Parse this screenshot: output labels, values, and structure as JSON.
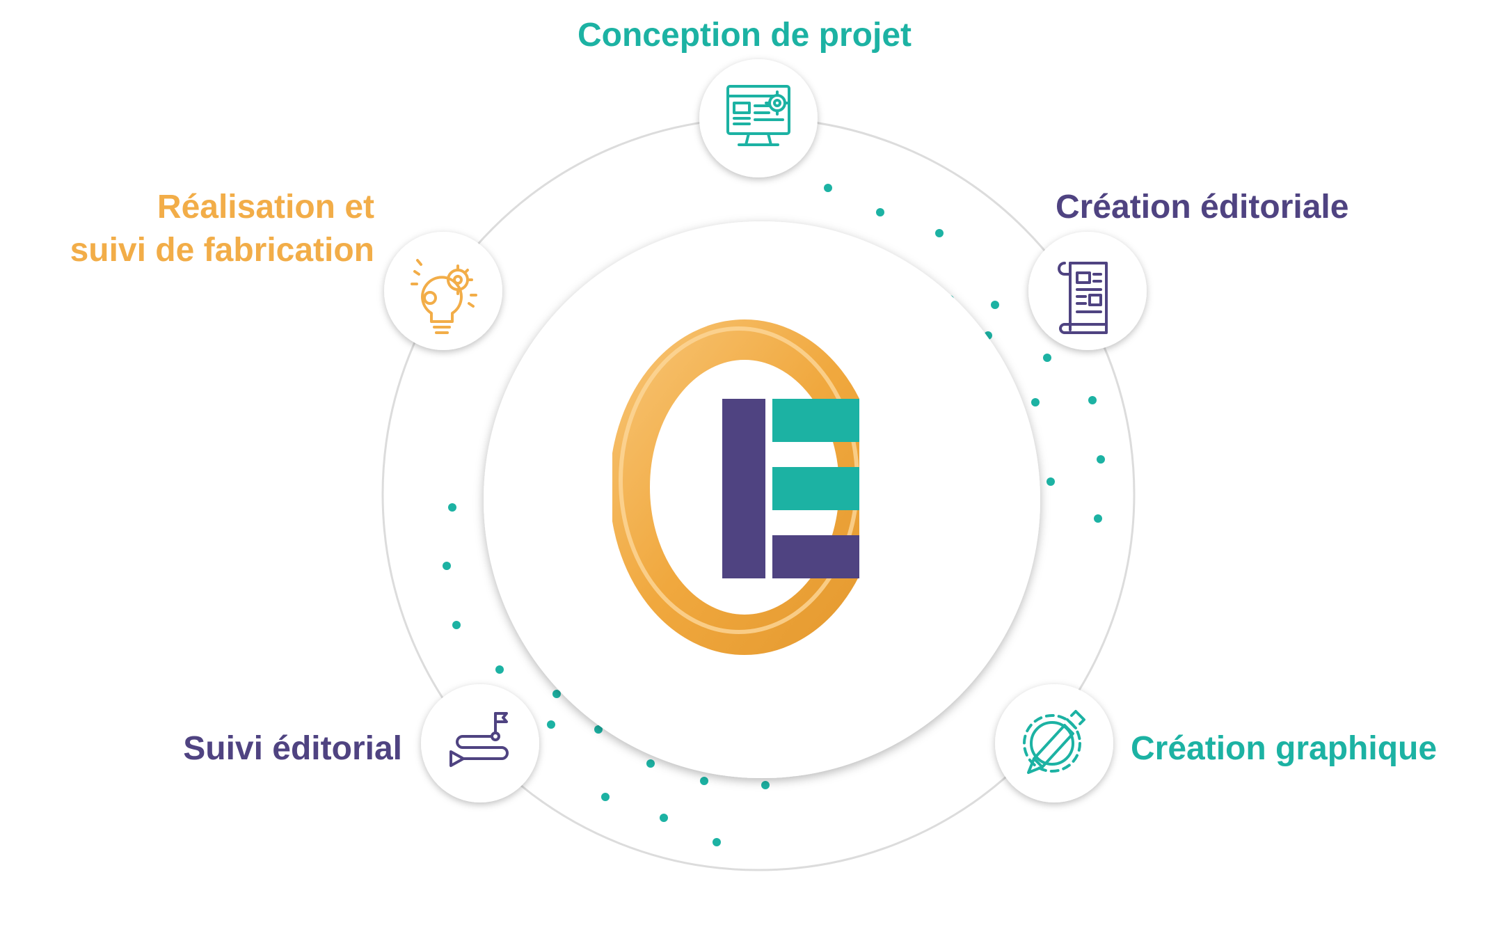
{
  "steps": {
    "conception": {
      "label": "Conception de projet",
      "icon": "monitor-gear-icon",
      "color": "#1cb2a3"
    },
    "creation_editoriale": {
      "label": "Création éditoriale",
      "icon": "document-scroll-icon",
      "color": "#4f4381"
    },
    "creation_graphique": {
      "label": "Création graphique",
      "icon": "pencil-gear-icon",
      "color": "#1cb2a3"
    },
    "suivi_editorial": {
      "label": "Suivi éditorial",
      "icon": "route-flag-icon",
      "color": "#4f4381"
    },
    "realisation": {
      "line1": "Réalisation et",
      "line2": "suivi de fabrication",
      "icon": "lightbulb-gears-icon",
      "color": "#f2ad48"
    }
  },
  "logo": {
    "name": "CE-logo",
    "colors": {
      "ring": "#f2ad48",
      "bar": "#4f4381",
      "teal": "#1cb2a3"
    }
  },
  "colors": {
    "ring_line": "#dcdcdc",
    "dots": "#1cb2a3"
  }
}
